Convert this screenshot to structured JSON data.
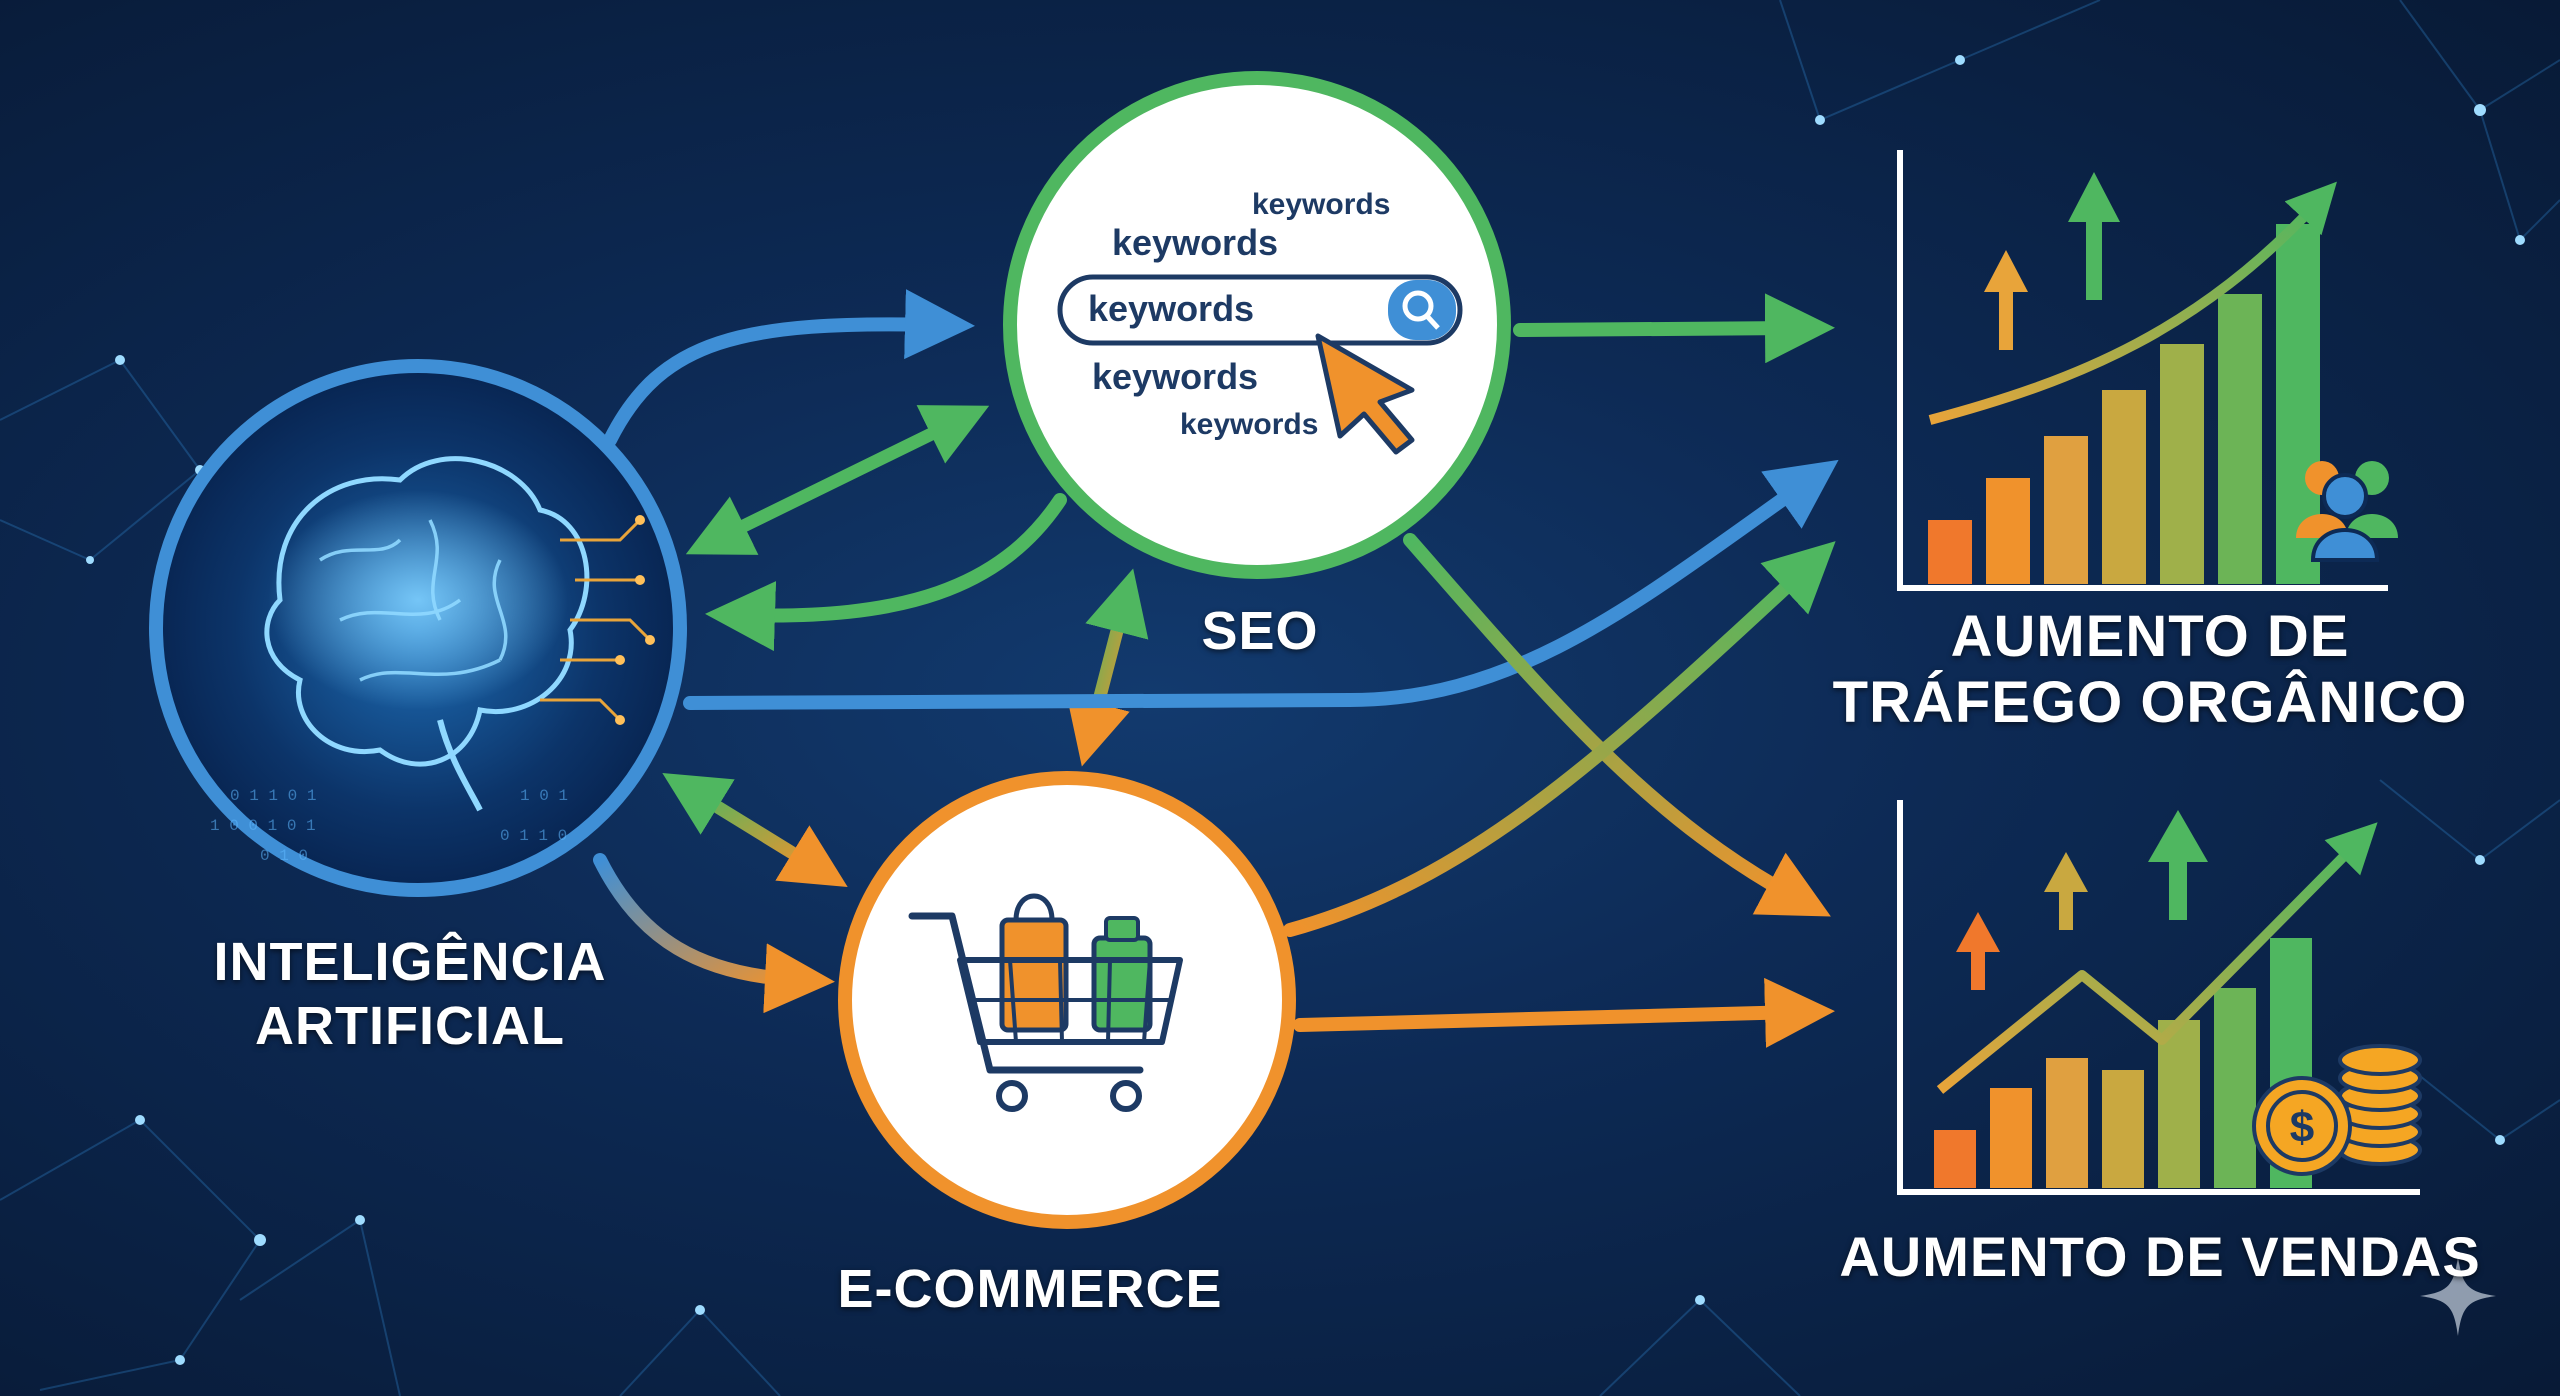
{
  "nodes": {
    "ai": {
      "label_line1": "INTELIGÊNCIA",
      "label_line2": "ARTIFICIAL",
      "color": "#3f8fd6"
    },
    "seo": {
      "label": "SEO",
      "color": "#4fb760"
    },
    "ecommerce": {
      "label": "E-COMMERCE",
      "color": "#f0922c"
    }
  },
  "search_box": {
    "query": "keywords",
    "floating_keywords": [
      "keywords",
      "keywords",
      "keywords",
      "keywords"
    ]
  },
  "outcomes": {
    "traffic": {
      "label_line1": "AUMENTO DE",
      "label_line2": "TRÁFEGO ORGÂNICO"
    },
    "sales": {
      "label": "AUMENTO DE VENDAS"
    }
  },
  "icons": [
    "brain-icon",
    "search-icon",
    "cursor-icon",
    "shopping-cart-icon",
    "users-icon",
    "coins-icon",
    "sparkle-icon"
  ],
  "colors": {
    "blue": "#3f8fd6",
    "green": "#4fb760",
    "orange": "#f0922c",
    "background": "#0d2a55"
  }
}
